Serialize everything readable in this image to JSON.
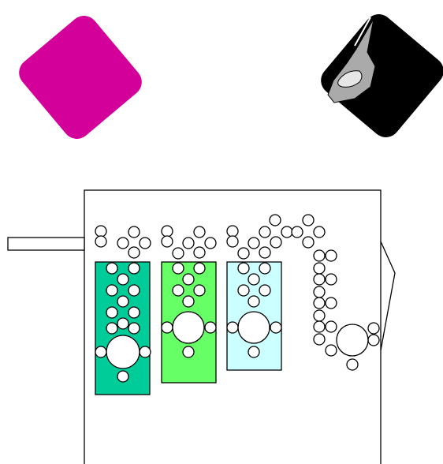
{
  "diagram": {
    "left_card": {
      "fill": "#d4009a",
      "icon": "magenta-card"
    },
    "right_card": {
      "fill": "#000000",
      "shade_fill": "#aaaaaa",
      "highlight_fill": "#e6e6e6",
      "icon": "grayscale-card"
    },
    "frame": {
      "stroke": "#000000",
      "fill": "#ffffff"
    },
    "columns": [
      {
        "name": "column-1",
        "fill": "#00cc99"
      },
      {
        "name": "column-2",
        "fill": "#66ff66"
      },
      {
        "name": "column-3",
        "fill": "#ccffff"
      }
    ],
    "circle": {
      "fill": "#ffffff",
      "stroke": "#000000"
    }
  }
}
